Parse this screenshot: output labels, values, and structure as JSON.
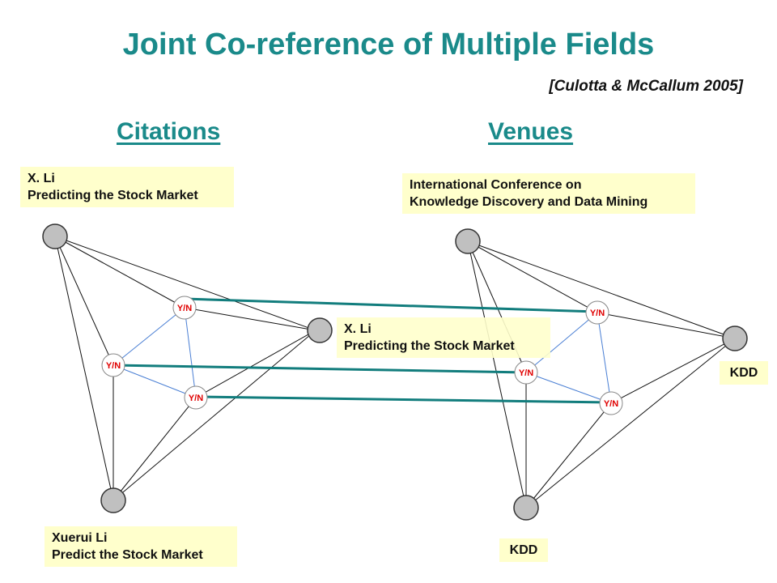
{
  "title": "Joint Co-reference of Multiple Fields",
  "citation": "[Culotta & McCallum 2005]",
  "headings": {
    "citations": "Citations",
    "venues": "Venues"
  },
  "notes": {
    "citation_top": {
      "line1": "X. Li",
      "line2": "Predicting the Stock Market"
    },
    "citation_mid": {
      "line1": "X. Li",
      "line2": "Predicting the Stock Market"
    },
    "citation_bottom": {
      "line1": "Xuerui Li",
      "line2": "Predict the Stock Market"
    },
    "venue_top": {
      "line1": "International Conference on",
      "line2": "Knowledge Discovery and Data Mining"
    },
    "venue_right": {
      "line1": "KDD"
    },
    "venue_bottom": {
      "line1": "KDD"
    }
  },
  "yn_label": "Y/N",
  "colors": {
    "title": "#1a8a8a",
    "note_bg": "#ffffcc",
    "link_teal": "#127d7d",
    "inner_blue": "#4a7fd4",
    "yn_text": "#e00000"
  }
}
